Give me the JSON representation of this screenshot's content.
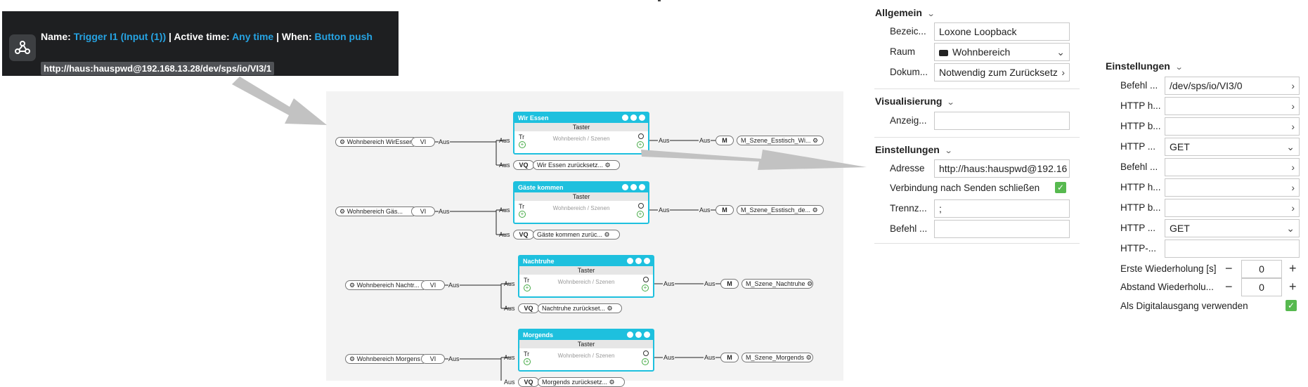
{
  "notification": {
    "name_label": "Name:",
    "name_value": "Trigger I1 (Input (1))",
    "sep1": "| Active time:",
    "active_time": "Any time",
    "sep2": "| When:",
    "when": "Button push",
    "url": "http://haus:hauspwd@192.168.13.28/dev/sps/io/VI3/1",
    "icon": "webhook-icon"
  },
  "diagram": {
    "rows": [
      {
        "input": "Wohnbereich WirEssen",
        "vi": "VI",
        "aus1": "Aus",
        "aus2": "Aus",
        "aus3": "Aus",
        "aus4": "Aus",
        "aus_out": "Aus",
        "aus_out2": "Aus",
        "block_title": "Wir Essen",
        "block_type": "Taster",
        "block_tr": "Tr",
        "block_room": "Wohnbereich / Szenen",
        "m": "M",
        "output": "M_Szene_Esstisch_Wi...",
        "vq": "VQ",
        "vq_label": "Wir Essen zurücksetz..."
      },
      {
        "input": "Wohnbereich Gäs...",
        "vi": "VI",
        "aus1": "Aus",
        "aus2": "Aus",
        "aus3": "Aus",
        "aus4": "Aus",
        "aus_out": "Aus",
        "aus_out2": "Aus",
        "block_title": "Gäste kommen",
        "block_type": "Taster",
        "block_tr": "Tr",
        "block_room": "Wohnbereich / Szenen",
        "m": "M",
        "output": "M_Szene_Esstisch_de...",
        "vq": "VQ",
        "vq_label": "Gäste kommen zurüc..."
      },
      {
        "input": "Wohnbereich Nachtr...",
        "vi": "VI",
        "aus1": "Aus",
        "aus2": "Aus",
        "aus3": "Aus",
        "aus4": "Aus",
        "aus_out": "Aus",
        "aus_out2": "Aus",
        "block_title": "Nachtruhe",
        "block_type": "Taster",
        "block_tr": "Tr",
        "block_room": "Wohnbereich / Szenen",
        "m": "M",
        "output": "M_Szene_Nachtruhe",
        "vq": "VQ",
        "vq_label": "Nachtruhe zurückset..."
      },
      {
        "input": "Wohnbereich Morgens",
        "vi": "VI",
        "aus1": "Aus",
        "aus2": "Aus",
        "aus3": "Aus",
        "aus4": "Aus",
        "aus_out": "Aus",
        "aus_out2": "Aus",
        "block_title": "Morgends",
        "block_type": "Taster",
        "block_tr": "Tr",
        "block_room": "Wohnbereich / Szenen",
        "m": "M",
        "output": "M_Szene_Morgends",
        "vq": "VQ",
        "vq_label": "Morgends zurücksetz..."
      }
    ]
  },
  "middle_panel": {
    "allgemein": {
      "title": "Allgemein",
      "bezeichnung_label": "Bezeic...",
      "bezeichnung_value": "Loxone Loopback",
      "raum_label": "Raum",
      "raum_value": "Wohnbereich",
      "doku_label": "Dokum...",
      "doku_value": "Notwendig zum Zurücksetz"
    },
    "visualisierung": {
      "title": "Visualisierung",
      "anzeige_label": "Anzeig...",
      "anzeige_value": ""
    },
    "einstellungen": {
      "title": "Einstellungen",
      "adresse_label": "Adresse",
      "adresse_value": "http://haus:hauspwd@192.16",
      "verbindung_label": "Verbindung nach Senden schließen",
      "verbindung_checked": true,
      "trenn_label": "Trennz...",
      "trenn_value": ";",
      "befehl_label": "Befehl ...",
      "befehl_value": ""
    }
  },
  "right_panel": {
    "title": "Einstellungen",
    "rows": [
      {
        "label": "Befehl ...",
        "value": "/dev/sps/io/VI3/0",
        "kind": "chevron-right"
      },
      {
        "label": "HTTP h...",
        "value": "",
        "kind": "chevron-right"
      },
      {
        "label": "HTTP b...",
        "value": "",
        "kind": "chevron-right"
      },
      {
        "label": "HTTP ...",
        "value": "GET",
        "kind": "chevron-down"
      },
      {
        "label": "Befehl ...",
        "value": "",
        "kind": "chevron-right"
      },
      {
        "label": "HTTP h...",
        "value": "",
        "kind": "chevron-right"
      },
      {
        "label": "HTTP b...",
        "value": "",
        "kind": "chevron-right"
      },
      {
        "label": "HTTP ...",
        "value": "GET",
        "kind": "chevron-down"
      },
      {
        "label": "HTTP-...",
        "value": "",
        "kind": "none"
      }
    ],
    "erste_label": "Erste Wiederholung [s]",
    "erste_value": "0",
    "abstand_label": "Abstand Wiederholu...",
    "abstand_value": "0",
    "digital_label": "Als Digitalausgang verwenden",
    "digital_checked": true,
    "minus": "−",
    "plus": "+"
  },
  "colors": {
    "accent": "#1ec0de",
    "link": "#26a3e2",
    "check": "#57b94f",
    "notification_bg": "#1e1f21"
  }
}
